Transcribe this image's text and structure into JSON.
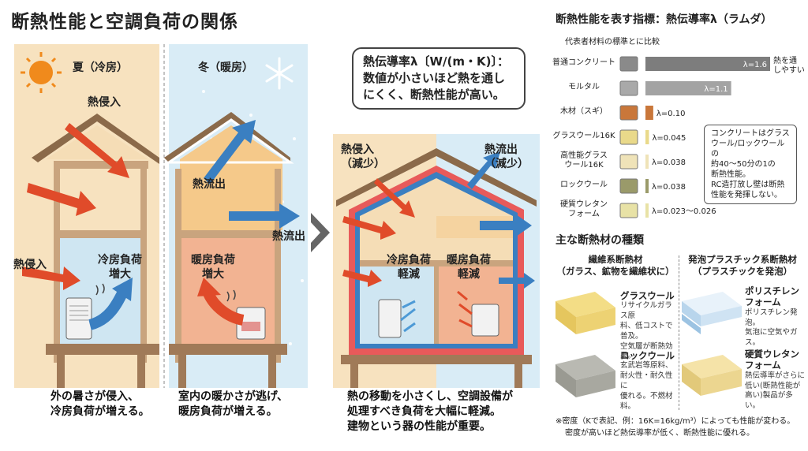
{
  "title": "断熱性能と空調負荷の関係",
  "summer": {
    "label": "夏（冷房）",
    "heat_in_top": "熱侵入",
    "heat_in_side": "熱侵入",
    "load": [
      "冷房負荷",
      "増大"
    ],
    "caption": [
      "外の暑さが侵入、",
      "冷房負荷が増える。"
    ]
  },
  "winter": {
    "label": "冬（暖房）",
    "heat_out_top": "熱流出",
    "heat_out_side": "熱流出",
    "load": [
      "暖房負荷",
      "増大"
    ],
    "caption": [
      "室内の暖かさが逃げ、",
      "暖房負荷が増える。"
    ]
  },
  "insulated": {
    "heat_in": [
      "熱侵入",
      "（減少）"
    ],
    "heat_out": [
      "熱流出",
      "（減少）"
    ],
    "cool_load": [
      "冷房負荷",
      "軽減"
    ],
    "heat_load": [
      "暖房負荷",
      "軽減"
    ],
    "caption": [
      "熱の移動を小さくし、空調設備が",
      "処理すべき負荷を大幅に軽減。",
      "建物という器の性能が重要。"
    ]
  },
  "callout": [
    "熱伝導率λ〔W/(m・K)〕：",
    "数値が小さいほど熱を通し",
    "にくく、断熱性能が高い。"
  ],
  "conductivity": {
    "title": "断熱性能を表す指標：熱伝導率λ（ラムダ）",
    "subtitle": "代表者材料の標準とに比較",
    "note_top": [
      "熱を通",
      "しやすい"
    ],
    "note_box": [
      "コンクリートはグラス",
      "ウール/ロックウールの",
      "約40〜50分の1の",
      "断熱性能。",
      "RC造打放し壁は断熱",
      "性能を発揮しない。"
    ]
  },
  "chart_data": {
    "type": "bar",
    "orientation": "horizontal",
    "title": "断熱性能を表す指標：熱伝導率λ（ラムダ）",
    "categories": [
      "普通コンクリート",
      "モルタル",
      "木材（スギ）",
      "グラスウール16K",
      "高性能グラスウール16K",
      "ロックウール",
      "硬質ウレタンフォーム"
    ],
    "category_lines": [
      [
        "普通コンクリート"
      ],
      [
        "モルタル"
      ],
      [
        "木材（スギ）"
      ],
      [
        "グラスウール16K"
      ],
      [
        "高性能グラス",
        "ウール16K"
      ],
      [
        "ロックウール"
      ],
      [
        "硬質ウレタン",
        "フォーム"
      ]
    ],
    "values": [
      1.6,
      1.1,
      0.1,
      0.045,
      0.038,
      0.038,
      0.026
    ],
    "value_labels": [
      "λ=1.6",
      "λ=1.1",
      "λ=0.10",
      "λ=0.045",
      "λ=0.038",
      "λ=0.038",
      "λ=0.023〜0.026"
    ],
    "xlim": [
      0,
      1.6
    ],
    "colors": [
      "#8a8a8a",
      "#a9a9a9",
      "#c9773a",
      "#e9d98a",
      "#efe3b8",
      "#9a9a6a",
      "#e8e2a6"
    ]
  },
  "materials": {
    "title": "主な断熱材の種類",
    "fiber_head": [
      "繊維系断熱材",
      "（ガラス、鉱物を繊維状に）"
    ],
    "foam_head": [
      "発泡プラスチック系断熱材",
      "（プラスチックを発泡）"
    ],
    "glass_wool": {
      "name": "グラスウール",
      "desc": [
        "リサイクルガラス原",
        "料、低コストで普及。",
        "空気層が断熱効果。"
      ]
    },
    "rock_wool": {
      "name": "ロックウール",
      "desc": [
        "玄武岩等原料、",
        "耐火性・耐久性に",
        "優れる。不燃材料。"
      ]
    },
    "polystyrene": {
      "name": [
        "ポリスチレン",
        "フォーム"
      ],
      "desc": [
        "ポリスチレン発泡。",
        "気泡に空気やガス。"
      ]
    },
    "urethane": {
      "name": [
        "硬質ウレタン",
        "フォーム"
      ],
      "desc": [
        "熱伝導率がさらに",
        "低い(断熱性能が",
        "高い)製品が多い。"
      ]
    },
    "footnote": [
      "※密度（Kで表記、例：16K=16kg/m³）によっても性能が変わる。",
      "密度が高いほど熱伝導率が低く、断熱性能に優れる。"
    ]
  }
}
